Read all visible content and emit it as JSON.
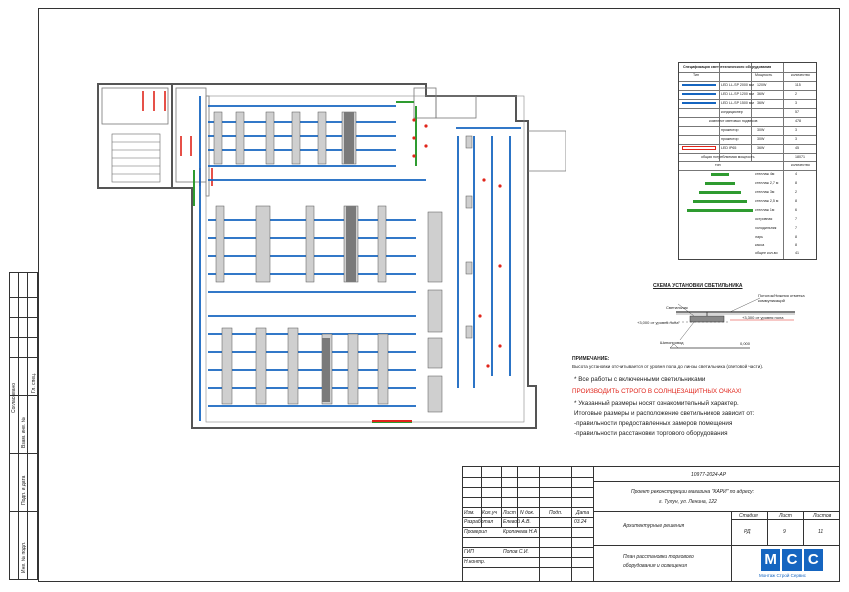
{
  "side_stamp": {
    "labels": [
      "Согласовано",
      "Взам. инв. №",
      "Подп. и дата",
      "Инв. № подл."
    ],
    "bottom_label": "Инв. № подл.",
    "col_label": "Гл. спец."
  },
  "legend": {
    "title": "Спецификация светотехнического оборудования",
    "col_headers": [
      "Тип",
      "Мощность",
      "количество"
    ],
    "rows": [
      {
        "name": "LED LL-SP 2000 мм",
        "power": "120W",
        "qty": "115"
      },
      {
        "name": "LED LL-SP 1200 мм",
        "power": "36W",
        "qty": "2"
      },
      {
        "name": "LED LL-SP 1500 мм",
        "power": "36W",
        "qty": "3"
      },
      {
        "name": "кондиционер",
        "power": "",
        "qty": "57"
      },
      {
        "name": "комплект световых подвесов",
        "power": "",
        "qty": "478"
      },
      {
        "name": "прожектор",
        "power": "30W",
        "qty": "3"
      },
      {
        "name": "прожектор",
        "power": "30W",
        "qty": "3"
      },
      {
        "name": "LED IP65",
        "power": "36W",
        "qty": "45"
      },
      {
        "name": "общая потребляемая мощность",
        "power": "",
        "qty": "18071"
      }
    ],
    "lower_headers": [
      "тип",
      "количество"
    ],
    "lower_rows": [
      {
        "name": "стеллаж 4м",
        "qty": "4"
      },
      {
        "name": "стеллаж 2,7 м",
        "qty": "8"
      },
      {
        "name": "стеллаж 3м",
        "qty": "2"
      },
      {
        "name": "стеллаж 2,5 м",
        "qty": "8"
      },
      {
        "name": "стеллаж 1м",
        "qty": "6"
      },
      {
        "name": "островная",
        "qty": "7"
      },
      {
        "name": "холодильник",
        "qty": "7"
      },
      {
        "name": "ларь",
        "qty": "8"
      },
      {
        "name": "касса",
        "qty": "8"
      },
      {
        "name": "общее кол-во",
        "qty": "41"
      }
    ]
  },
  "scheme": {
    "title": "СХЕМА УСТАНОВКИ СВЕТИЛЬНИКА",
    "lamp_label": "Светильник",
    "ceiling_label": "Потолок/Нижняя отметка коммуникаций",
    "level_left": "+3,000 от уровня пола",
    "level_right": "+3,300 от уровня пола",
    "wire_label": "Шинопровод",
    "floor_level": "0,000"
  },
  "notes": {
    "heading": "ПРИМЕЧАНИЕ:",
    "line1": "Высота установки отсчитывается от уровня пола до линзы светильника (световой части).",
    "line2": "* Все работы с включенными светильниками",
    "line3": "ПРОИЗВОДИТЬ СТРОГО В СОЛНЦЕЗАЩИТНЫХ ОЧКАХ!",
    "line4": "* Указанный размеры носят ознакомительный характер.",
    "line5": "Итоговые размеры и расположение светильников зависит от:",
    "line6": "-правильности предоставленных замеров помещения",
    "line7": "-правильности расстановки торгового оборудования"
  },
  "title_block": {
    "code": "10977-2024-АР",
    "project": "Проект реконструкции магазина \"КАРИ\" по адресу:",
    "address": "г. Тулун, ул. Ленина, 122",
    "section": "Архитектурные решения",
    "stage_h": "Стадия",
    "sheet_h": "Лист",
    "sheets_h": "Листов",
    "stage": "РД",
    "sheet": "9",
    "sheets": "11",
    "drawing": "План расстановки торгового оборудования и освещения",
    "col_heads": [
      "Изм.",
      "Кол.уч",
      "Лист",
      "N док.",
      "Подп.",
      "Дата"
    ],
    "people": [
      {
        "role": "Разработал",
        "name": "Елевой А.В.",
        "date": "03.24"
      },
      {
        "role": "Проверил",
        "name": "Кропачева Н.А",
        "date": ""
      },
      {
        "role": "ГИП",
        "name": "Попов С.И.",
        "date": ""
      },
      {
        "role": "Н.контр.",
        "name": "",
        "date": ""
      }
    ],
    "company": "Монтаж Строй Сервис",
    "logo": "МСС"
  },
  "colors": {
    "accent": "#1565c0",
    "warn": "#e0251b",
    "line": "#333333"
  }
}
